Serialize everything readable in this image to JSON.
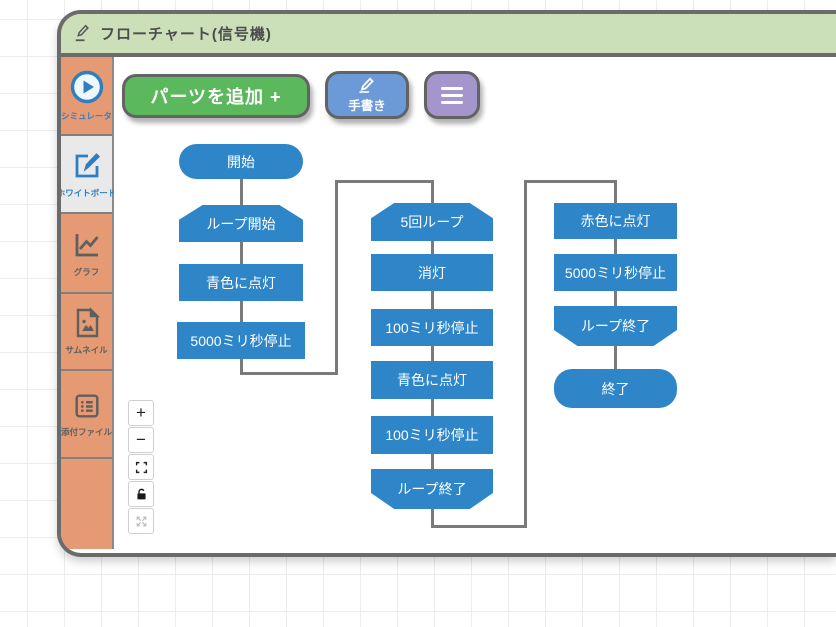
{
  "window": {
    "title": "フローチャート(信号機)"
  },
  "sidebar": {
    "items": [
      {
        "label": "シミュレータ",
        "icon": "play-circle-icon",
        "selected": false
      },
      {
        "label": "ホワイトボード",
        "icon": "whiteboard-edit-icon",
        "selected": true
      },
      {
        "label": "グラフ",
        "icon": "line-chart-icon",
        "selected": false
      },
      {
        "label": "サムネイル",
        "icon": "thumbnail-image-icon",
        "selected": false
      },
      {
        "label": "添付ファイル",
        "icon": "attachment-list-icon",
        "selected": false
      }
    ]
  },
  "toolbar": {
    "add_parts_label": "パーツを追加 +",
    "handwriting_label": "手書き",
    "menu_icon": "hamburger-menu-icon"
  },
  "flowchart": {
    "columns": [
      {
        "nodes": [
          {
            "label": "開始",
            "shape": "start"
          },
          {
            "label": "ループ開始",
            "shape": "loop-begin"
          },
          {
            "label": "青色に点灯",
            "shape": "process"
          },
          {
            "label": "5000ミリ秒停止",
            "shape": "process"
          }
        ]
      },
      {
        "nodes": [
          {
            "label": "5回ループ",
            "shape": "loop-begin"
          },
          {
            "label": "消灯",
            "shape": "process"
          },
          {
            "label": "100ミリ秒停止",
            "shape": "process"
          },
          {
            "label": "青色に点灯",
            "shape": "process"
          },
          {
            "label": "100ミリ秒停止",
            "shape": "process"
          },
          {
            "label": "ループ終了",
            "shape": "loop-end"
          }
        ]
      },
      {
        "nodes": [
          {
            "label": "赤色に点灯",
            "shape": "process"
          },
          {
            "label": "5000ミリ秒停止",
            "shape": "process"
          },
          {
            "label": "ループ終了",
            "shape": "loop-end"
          },
          {
            "label": "終了",
            "shape": "end"
          }
        ]
      }
    ]
  },
  "zoom_controls": {
    "zoom_in": "+",
    "zoom_out": "−",
    "fit_icon": "fit-screen-icon",
    "lock_icon": "lock-icon",
    "expand_icon": "expand-arrows-icon"
  },
  "colors": {
    "titlebar_green": "#cbe0b8",
    "sidebar_orange": "#e59a73",
    "node_blue": "#2e86c9",
    "button_green": "#5cb85c",
    "button_blue": "#6c9ad8",
    "button_purple": "#a495cc",
    "connector_gray": "#7a7a7a",
    "frame_gray": "#6b6b6b"
  }
}
